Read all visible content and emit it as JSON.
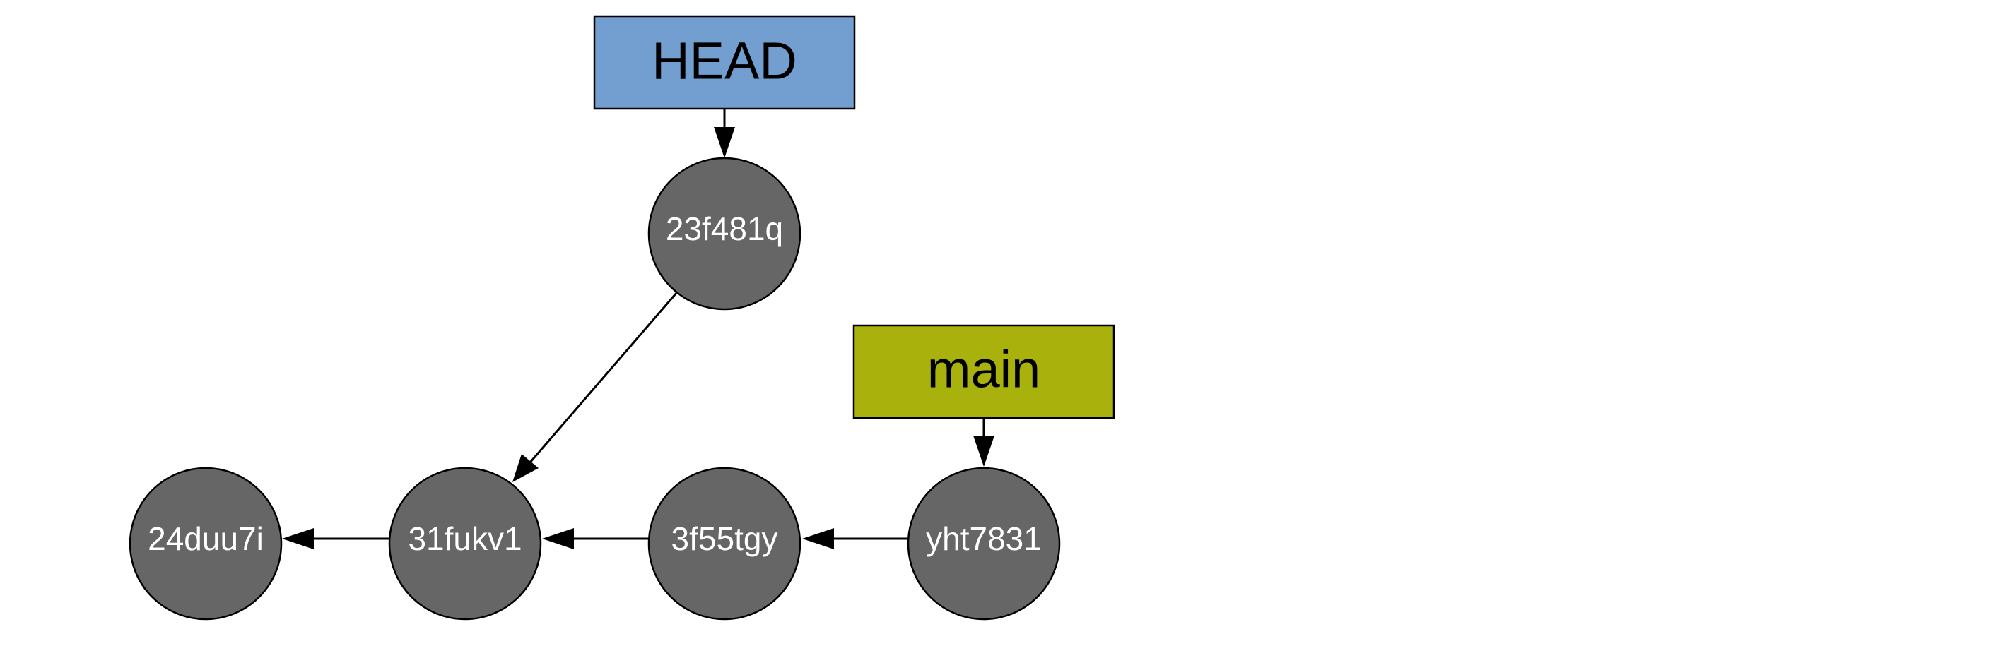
{
  "refs": {
    "head": {
      "label": "HEAD",
      "color": "#729fcf"
    },
    "main": {
      "label": "main",
      "color": "#a9b10c"
    }
  },
  "commits": {
    "c_23f481q": {
      "label": "23f481q",
      "color": "#666666"
    },
    "c_24duu7i": {
      "label": "24duu7i",
      "color": "#666666"
    },
    "c_31fukv1": {
      "label": "31fukv1",
      "color": "#666666"
    },
    "c_3f55tgy": {
      "label": "3f55tgy",
      "color": "#666666"
    },
    "c_yht7831": {
      "label": "yht7831",
      "color": "#666666"
    }
  },
  "edges": [
    {
      "from": "head",
      "to": "c_23f481q"
    },
    {
      "from": "main",
      "to": "c_yht7831"
    },
    {
      "from": "c_23f481q",
      "to": "c_31fukv1"
    },
    {
      "from": "c_yht7831",
      "to": "c_3f55tgy"
    },
    {
      "from": "c_3f55tgy",
      "to": "c_31fukv1"
    },
    {
      "from": "c_31fukv1",
      "to": "c_24duu7i"
    }
  ]
}
